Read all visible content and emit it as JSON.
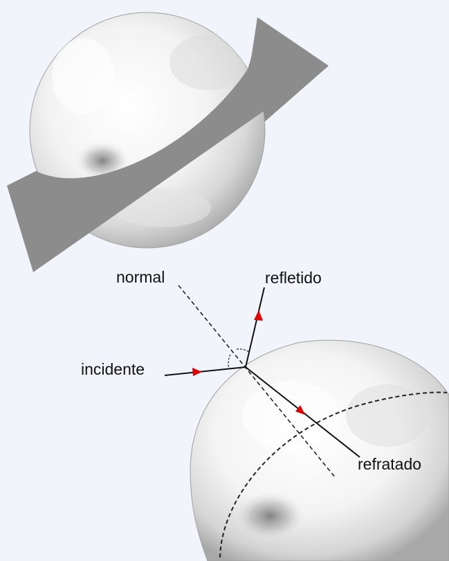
{
  "labels": {
    "normal": "normal",
    "reflected": "refletido",
    "incident": "incidente",
    "refracted": "refratado"
  },
  "colors": {
    "background": "#f2f4fb",
    "plane": "#8c8c8c",
    "ray": "#111111",
    "arrow": "#e00000",
    "dashed_line": "#222222"
  },
  "icons": {
    "direction_marker": "red-triangle-arrowhead"
  }
}
